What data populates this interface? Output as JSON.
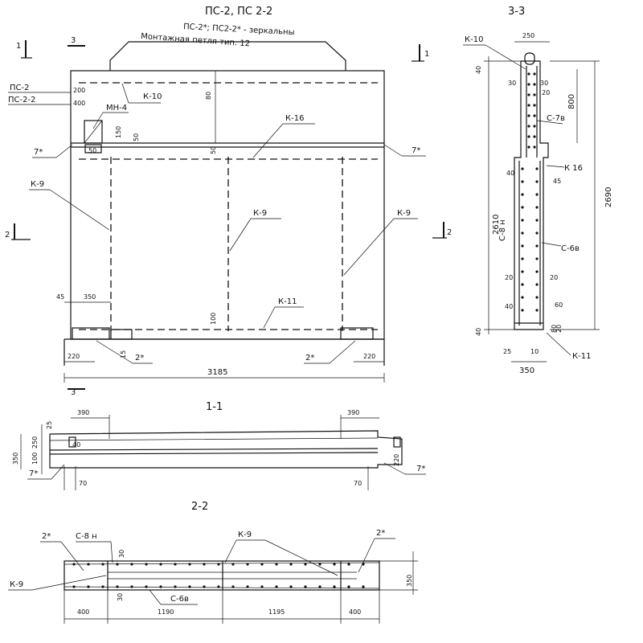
{
  "title": {
    "main": "ПС-2, ПС 2-2",
    "mirror": "ПС-2*; ПС2-2* - зеркальны",
    "loop": "Монтажная петля тип. 12"
  },
  "sections": {
    "s11": "1-1",
    "s22": "2-2",
    "s33": "3-3",
    "cut1": "1",
    "cut2": "2",
    "cut3": "3"
  },
  "elevation": {
    "labels": {
      "ps2": "ПС-2",
      "ps22": "ПС-2-2",
      "k10": "К-10",
      "mn4": "МН-4",
      "k16": "К-16",
      "k9": "К-9",
      "k11": "К-11",
      "node7": "7*",
      "node2": "2*"
    },
    "dims": {
      "d200": "200",
      "d400": "400",
      "d80": "80",
      "d150": "150",
      "d50": "50",
      "d100": "100",
      "d45": "45",
      "d350": "350",
      "d220": "220",
      "d3185": "3185",
      "d15": "15"
    }
  },
  "section11": {
    "dims": {
      "d390": "390",
      "d25": "25",
      "d350": "350",
      "d250": "250",
      "d100": "100",
      "d40": "40",
      "d70": "70",
      "d220": "220"
    },
    "labels": {
      "node7": "7*"
    }
  },
  "section22": {
    "labels": {
      "node2": "2*",
      "c8n": "С-8 н",
      "k9": "К-9",
      "c6v": "С-6в"
    },
    "dims": {
      "d30": "30",
      "d350": "350",
      "d400": "400",
      "d1190": "1190",
      "d1195": "1195"
    }
  },
  "section33": {
    "labels": {
      "k10": "К-10",
      "c7v": "С-7в",
      "k16": "К 16",
      "c8n": "С-8 н",
      "c6v": "С-6в",
      "k11": "К-11"
    },
    "dims": {
      "d250": "250",
      "d40": "40",
      "d30": "30",
      "d20": "20",
      "d800": "800",
      "d45": "45",
      "d2610": "2610",
      "d2690": "2690",
      "d60": "60",
      "d80": "80",
      "d25": "25",
      "d10": "10",
      "d350": "350"
    }
  }
}
